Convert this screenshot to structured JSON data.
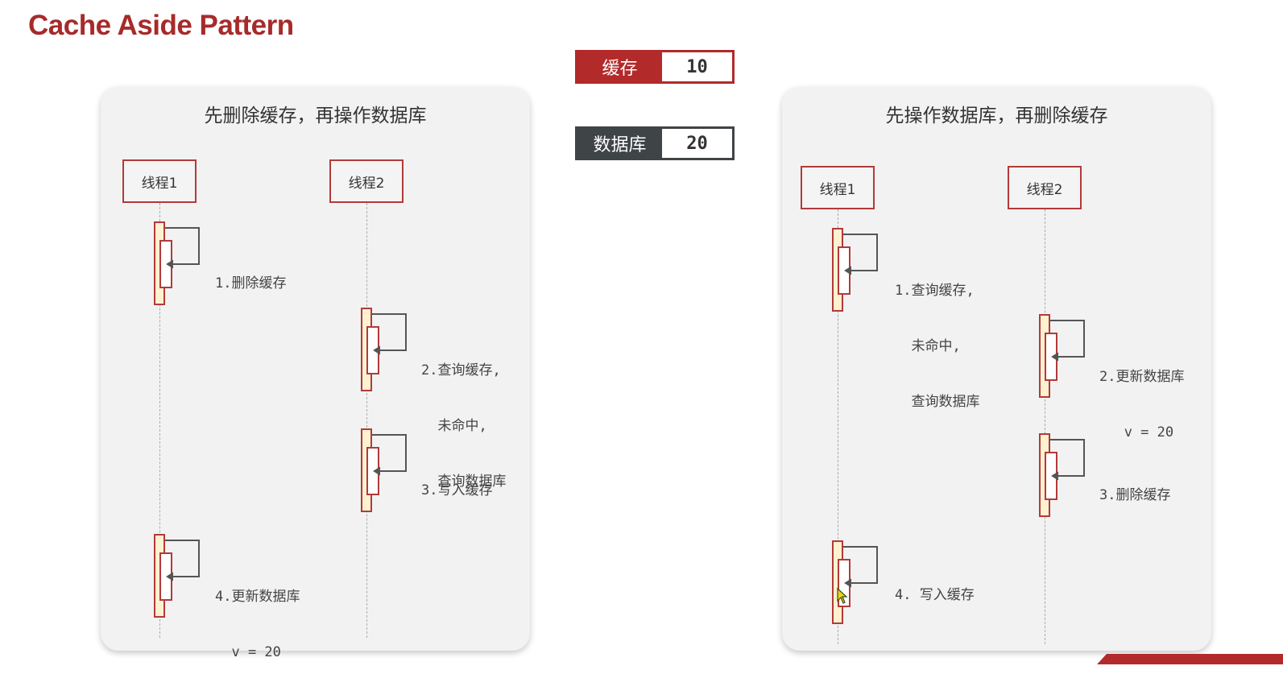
{
  "title": "Cache Aside Pattern",
  "state": {
    "cache": {
      "label": "缓存",
      "value": "10"
    },
    "database": {
      "label": "数据库",
      "value": "20"
    }
  },
  "colors": {
    "accent_red": "#b22a2a",
    "dark_gray": "#3f4447",
    "activation_fill": "#fdf1cf",
    "panel_bg": "#f2f2f2"
  },
  "left_panel": {
    "title": "先删除缓存，再操作数据库",
    "thread1": "线程1",
    "thread2": "线程2",
    "steps": [
      {
        "line1": "1.删除缓存",
        "line2": "",
        "line3": ""
      },
      {
        "line1": "2.查询缓存,",
        "line2": "  未命中,",
        "line3": "  查询数据库"
      },
      {
        "line1": "3.写入缓存",
        "line2": "",
        "line3": ""
      },
      {
        "line1": "4.更新数据库",
        "line2": "  v = 20",
        "line3": ""
      }
    ]
  },
  "right_panel": {
    "title": "先操作数据库，再删除缓存",
    "thread1": "线程1",
    "thread2": "线程2",
    "steps": [
      {
        "line1": "1.查询缓存,",
        "line2": "  未命中,",
        "line3": "  查询数据库"
      },
      {
        "line1": "2.更新数据库",
        "line2": "   v = 20",
        "line3": ""
      },
      {
        "line1": "3.删除缓存",
        "line2": "",
        "line3": ""
      },
      {
        "line1": "4. 写入缓存",
        "line2": "",
        "line3": ""
      }
    ]
  }
}
